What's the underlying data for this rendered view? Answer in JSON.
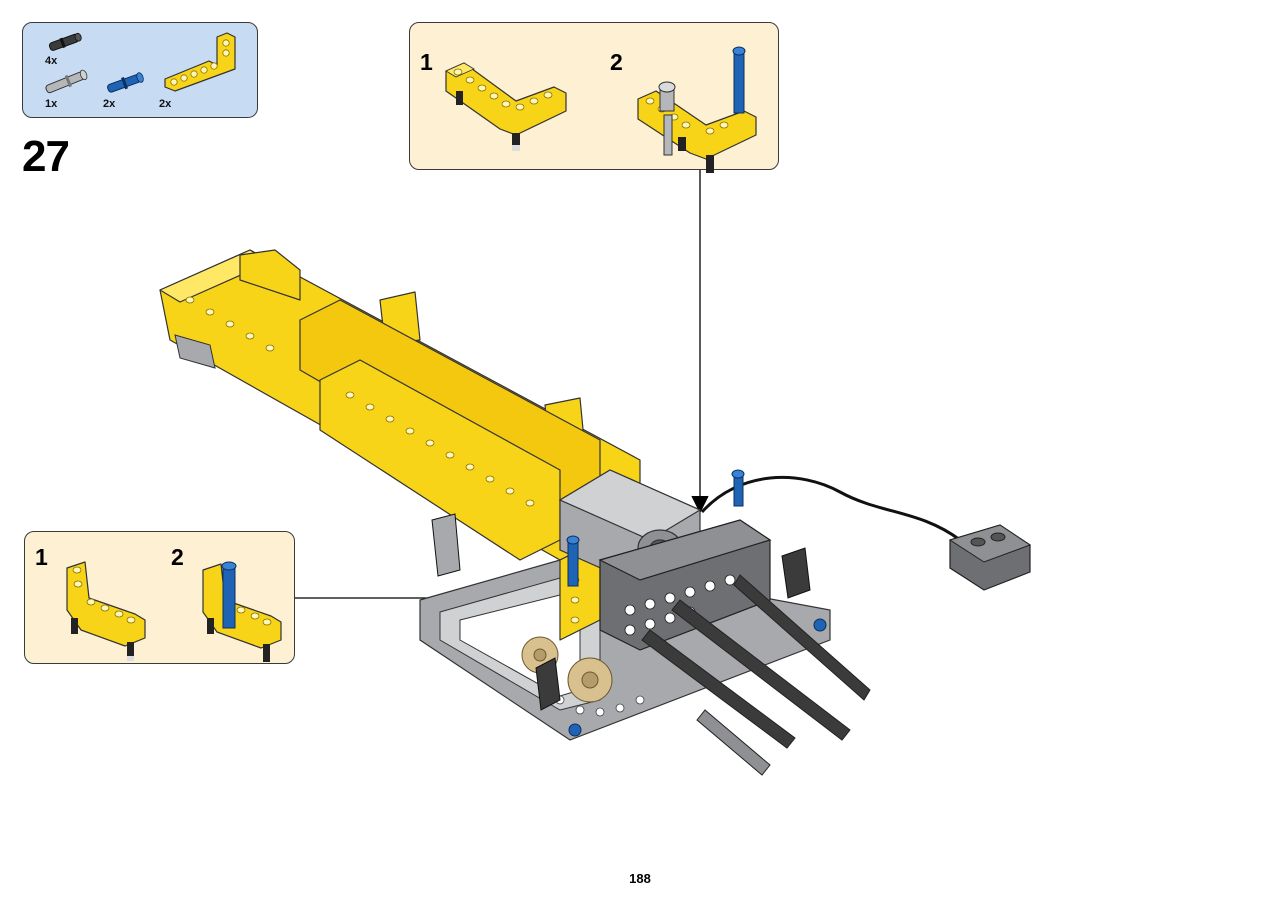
{
  "parts_list": {
    "items": [
      {
        "name": "black-pin-icon",
        "qty": "4x"
      },
      {
        "name": "gray-axle-pin-icon",
        "qty": "1x"
      },
      {
        "name": "blue-pin-icon",
        "qty": "2x"
      },
      {
        "name": "yellow-l-beam-icon",
        "qty": "2x"
      }
    ]
  },
  "step": {
    "number": "27"
  },
  "callout_top": {
    "sub_steps": [
      "1",
      "2"
    ]
  },
  "callout_left": {
    "sub_steps": [
      "1",
      "2"
    ]
  },
  "page": {
    "number": "188"
  },
  "colors": {
    "parts_bg": "#c7dcf3",
    "callout_bg": "#fdf0d3",
    "lego_yellow": "#f7d417",
    "lego_gray": "#a7a9ac",
    "lego_dark_gray": "#5b5d60",
    "lego_blue": "#1f63b5",
    "lego_tan": "#d9c08f"
  }
}
